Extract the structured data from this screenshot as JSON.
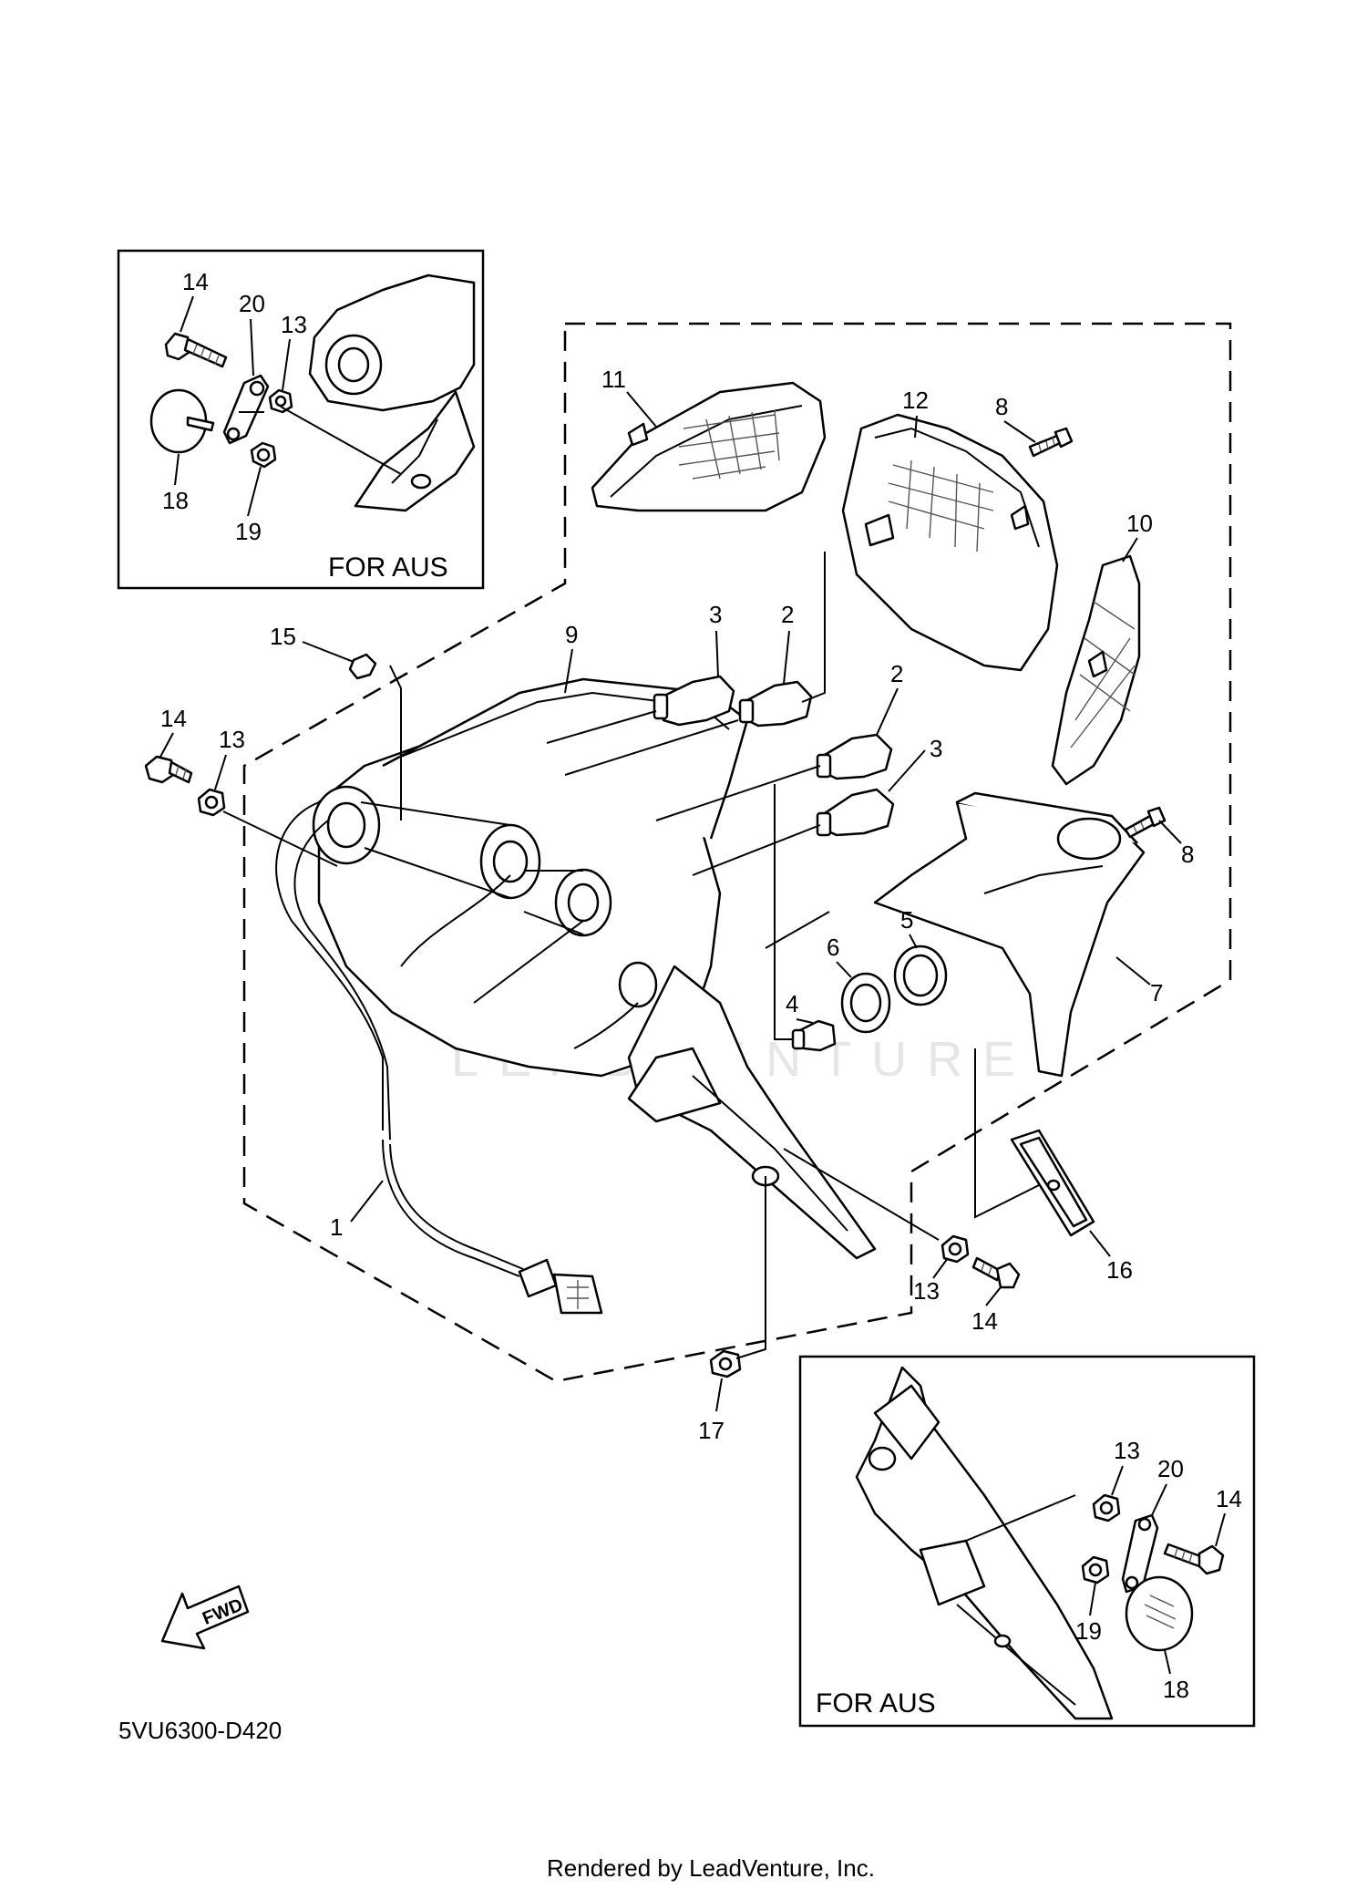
{
  "inset_top": {
    "title": "FOR AUS",
    "callouts": [
      "14",
      "20",
      "13",
      "18",
      "19"
    ]
  },
  "inset_bottom": {
    "title": "FOR AUS",
    "callouts": [
      "13",
      "20",
      "14",
      "19",
      "18"
    ]
  },
  "callouts": {
    "c1": "1",
    "c2a": "2",
    "c2b": "2",
    "c3a": "3",
    "c3b": "3",
    "c4": "4",
    "c5": "5",
    "c6": "6",
    "c7": "7",
    "c8a": "8",
    "c8b": "8",
    "c9": "9",
    "c10": "10",
    "c11": "11",
    "c12": "12",
    "c13a": "13",
    "c13b": "13",
    "c14a": "14",
    "c14b": "14",
    "c15": "15",
    "c16": "16",
    "c17": "17"
  },
  "fwd_label": "FWD",
  "diagram_code": "5VU6300-D420",
  "watermark": "LEADVENTURE",
  "footer": "Rendered by LeadVenture, Inc."
}
